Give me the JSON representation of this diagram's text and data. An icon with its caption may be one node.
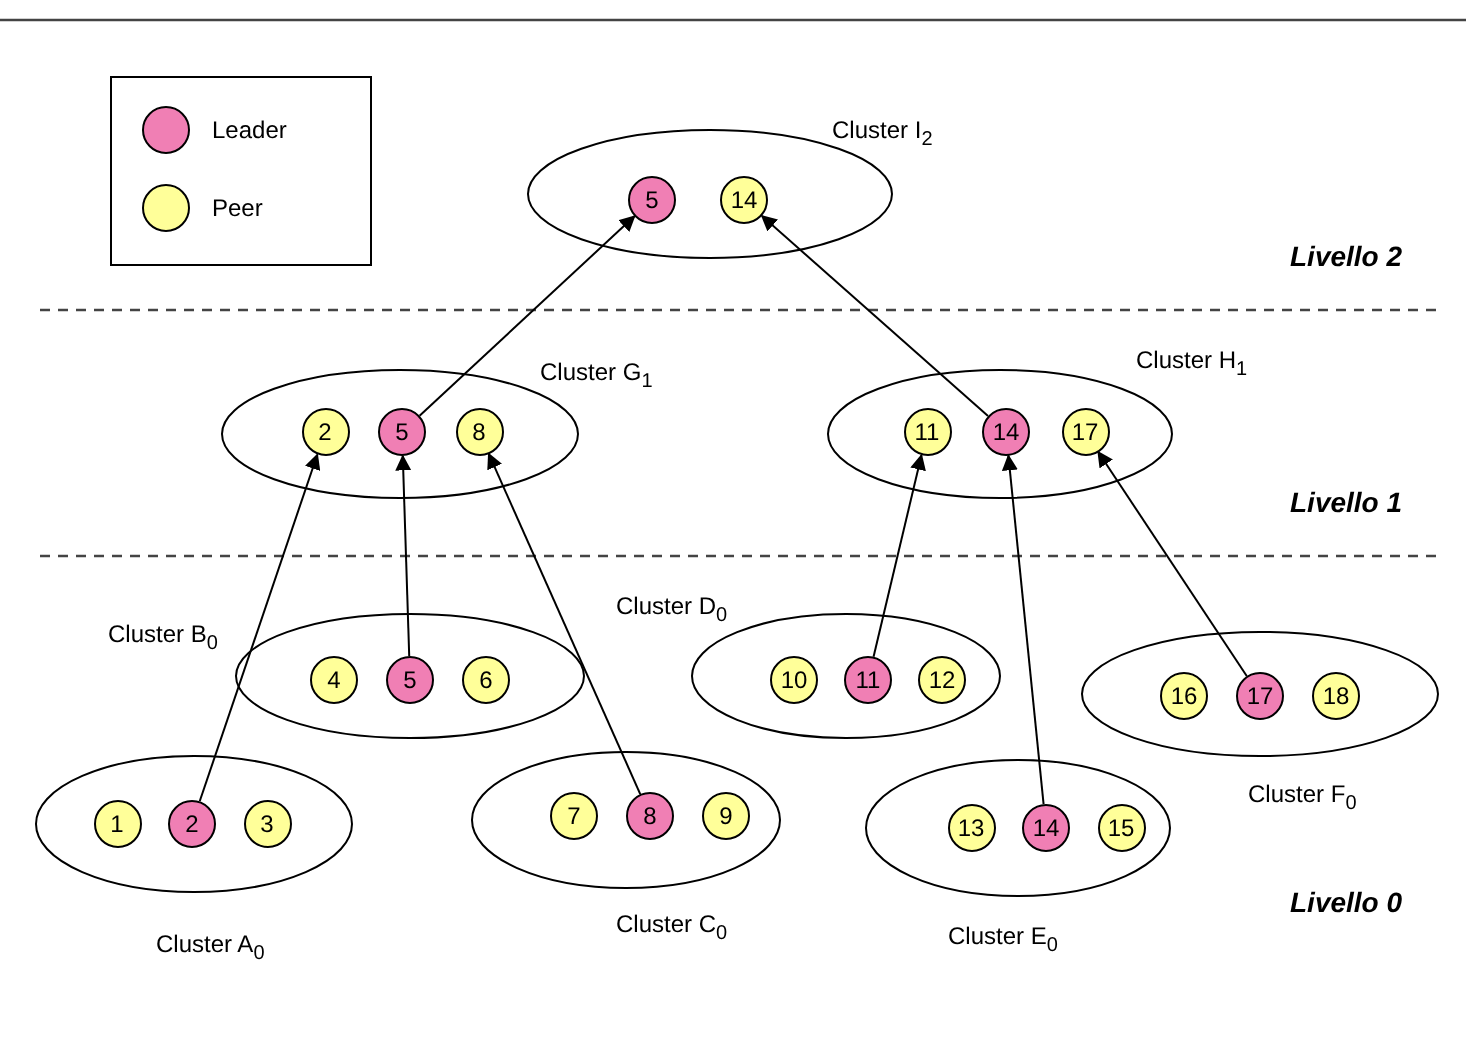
{
  "diagram": {
    "nodes": [
      {
        "text": [
          "Cluster I$_{2}$"
        ]
      },
      {
        "text": [
          "5"
        ],
        "in": 0
      },
      {
        "text": [
          "14"
        ],
        "in": 0
      },
      {
        "text": [
          "Cluster G$_{1}$"
        ]
      },
      {
        "text": [
          "2"
        ],
        "in": 3
      },
      {
        "text": [
          "5"
        ],
        "in": 3
      },
      {
        "text": [
          "8"
        ],
        "in": 3
      },
      {
        "text": [
          "Cluster H$_{1}$"
        ]
      },
      {
        "text": [
          "11"
        ],
        "in": 7
      },
      {
        "text": [
          "14"
        ],
        "in": 7
      },
      {
        "text": [
          "17"
        ],
        "in": 7
      },
      {
        "text": [
          "Cluster B$_{0}$"
        ]
      },
      {
        "text": [
          "4"
        ],
        "in": 11
      },
      {
        "text": [
          "5"
        ],
        "in": 11
      },
      {
        "text": [
          "6"
        ],
        "in": 11
      },
      {
        "text": [
          "Cluster D$_{0}$"
        ]
      },
      {
        "text": [
          "10"
        ],
        "in": 15
      },
      {
        "text": [
          "11"
        ],
        "in": 15
      },
      {
        "text": [
          "12"
        ],
        "in": 15
      },
      {
        "text": [
          "Cluster F$_{0}$"
        ]
      },
      {
        "text": [
          "16"
        ],
        "in": 19
      },
      {
        "text": [
          "17"
        ],
        "in": 19
      },
      {
        "text": [
          "18"
        ],
        "in": 19
      },
      {
        "text": [
          "Cluster A$_{0}$"
        ]
      },
      {
        "text": [
          "1"
        ],
        "in": 23
      },
      {
        "text": [
          "2"
        ],
        "in": 23
      },
      {
        "text": [
          "3"
        ],
        "in": 23
      },
      {
        "text": [
          "Cluster C$_{0}$"
        ]
      },
      {
        "text": [
          "7"
        ],
        "in": 27
      },
      {
        "text": [
          "8"
        ],
        "in": 27
      },
      {
        "text": [
          "9"
        ],
        "in": 27
      },
      {
        "text": [
          "Cluster E$_{0}$"
        ]
      },
      {
        "text": [
          "13"
        ],
        "in": 31
      },
      {
        "text": [
          "14"
        ],
        "in": 31
      },
      {
        "text": [
          "15"
        ],
        "in": 31
      }
    ],
    "edges": [
      {
        "from": 5,
        "to": 1,
        "arrow": "to"
      },
      {
        "from": 9,
        "to": 2,
        "arrow": "to"
      },
      {
        "from": 25,
        "to": 4,
        "arrow": "to"
      },
      {
        "from": 13,
        "to": 5,
        "arrow": "to"
      },
      {
        "from": 29,
        "to": 6,
        "arrow": "to"
      },
      {
        "from": 17,
        "to": 8,
        "arrow": "to"
      },
      {
        "from": 33,
        "to": 9,
        "arrow": "to"
      },
      {
        "from": 21,
        "to": 10,
        "arrow": "to"
      }
    ],
    "labels": [
      "Livello 2",
      "Livello 1",
      "Livello 0"
    ],
    "legend": [
      {
        "text": "Leader",
        "color": "#f07fb4"
      },
      {
        "text": "Peer",
        "color": "#ffff99"
      }
    ]
  }
}
